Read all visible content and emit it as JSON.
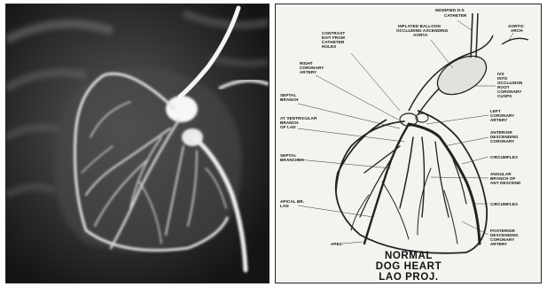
{
  "figure": {
    "angiogram_alt": "",
    "caption_lines": [
      "NORMAL",
      "DOG HEART",
      "LAO PROJ."
    ]
  },
  "labels": {
    "catheter": [
      "MODIFIED D-S",
      "CATHETER"
    ],
    "aortic_arch": [
      "AORTIC",
      "ARCH"
    ],
    "balloon": [
      "INFLATED BALLOON",
      "OCCLUDING ASCENDING",
      "AORTA"
    ],
    "contrast": [
      "CONTRAST",
      "EXIT FROM",
      "CATHETER",
      "HOLES"
    ],
    "right_coronary": [
      "RIGHT",
      "CORONARY",
      "ARTERY"
    ],
    "reflux": [
      "IVS",
      "INTO",
      "OCCLUSION",
      "ROOT",
      "CORONARY",
      "CUSPS"
    ],
    "septal_branch": [
      "SEPTAL",
      "BRANCH"
    ],
    "left_coronary": [
      "LEFT",
      "CORONARY",
      "ARTERY"
    ],
    "av_branch": [
      "AT VENTRICULAR",
      "BRANCH",
      "OF LAD"
    ],
    "lad": [
      "ANTERIOR",
      "DESCENDING",
      "CORONARY"
    ],
    "septal_branches": [
      "SEPTAL",
      "BRANCHES"
    ],
    "circumflex_upper": [
      "CIRCUMFLEX"
    ],
    "angular": [
      "ANGULAR",
      "BRANCH OF",
      "ANT DESCEND"
    ],
    "circumflex_lower": [
      "CIRCUMFLEX"
    ],
    "apical": [
      "APICAL BR.",
      "LAD"
    ],
    "posterior": [
      "POSTERIOR",
      "DESCENDING",
      "CORONARY",
      "ARTERY"
    ],
    "apex": [
      "APEX"
    ]
  }
}
